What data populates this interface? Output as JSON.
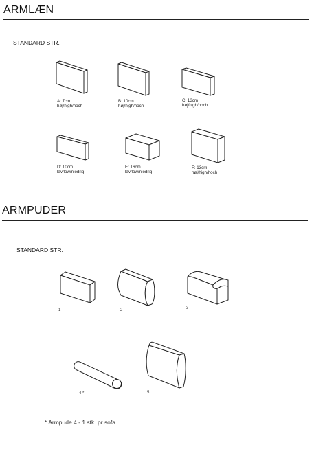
{
  "sections": {
    "armlaen": {
      "title": "ARMLÆN",
      "subtitle": "STANDARD STR.",
      "items": [
        {
          "icon": "armrest-block-a-icon",
          "line1": "A: 7cm",
          "line2": "høj/high/hoch"
        },
        {
          "icon": "armrest-block-b-icon",
          "line1": "B: 10cm",
          "line2": "høj/high/hoch"
        },
        {
          "icon": "armrest-block-c-icon",
          "line1": "C: 13cm",
          "line2": "høj/high/hoch"
        },
        {
          "icon": "armrest-block-d-icon",
          "line1": "D: 10cm",
          "line2": "lav/low/niedrig"
        },
        {
          "icon": "armrest-block-e-icon",
          "line1": "E: 16cm",
          "line2": "lav/low/niedrig"
        },
        {
          "icon": "armrest-block-f-icon",
          "line1": "F: 13cm",
          "line2": "høj/high/hoch"
        }
      ]
    },
    "armpuder": {
      "title": "ARMPUDER",
      "subtitle": "STANDARD STR.",
      "items": [
        {
          "icon": "cushion-block-icon",
          "label": "1"
        },
        {
          "icon": "cushion-rounded-icon",
          "label": "2"
        },
        {
          "icon": "cushion-curved-icon",
          "label": "3"
        },
        {
          "icon": "cushion-roll-icon",
          "label": "4 *"
        },
        {
          "icon": "cushion-large-icon",
          "label": "5"
        }
      ],
      "footnote": "* Armpude 4 - 1 stk. pr sofa"
    }
  }
}
